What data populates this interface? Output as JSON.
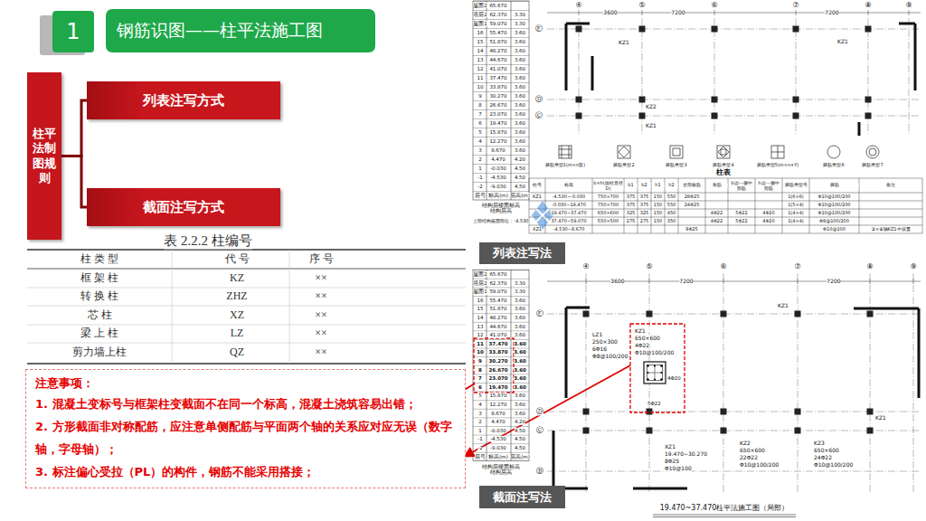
{
  "diagram": {
    "caption": "19.470~37.470柱平法施工图（局部）",
    "nodes": [
      {
        "text": [
          "1"
        ]
      },
      {
        "text": [
          "钢筋识图——柱平法施工图"
        ]
      },
      {
        "text": [
          "柱平法制图规则"
        ]
      },
      {
        "text": [
          "列表注写方式"
        ]
      },
      {
        "text": [
          "截面注写方式"
        ]
      },
      {
        "text": [
          "注意事项：",
          "1. 混凝土变标号与框架柱变截面不在同一个标高，混凝土浇筑容易出错；",
          "2. 方形截面非对称配筋，应注意单侧配筋与平面两个轴的关系应对应无误（数字轴，字母轴）；",
          "3. 标注偏心受拉（PL）的构件，钢筋不能采用搭接；"
        ]
      },
      {
        "text": [
          "列表注写法"
        ]
      },
      {
        "text": [
          "截面注写法"
        ]
      }
    ],
    "edges": [
      {
        "from": 2,
        "to": 3,
        "arrow": "none"
      },
      {
        "from": 2,
        "to": 4,
        "arrow": "none"
      }
    ],
    "labels": [
      "表 2.2.2  柱编号",
      "柱 类 型",
      "代 号",
      "序 号",
      "框 架 柱",
      "KZ",
      "××",
      "转 换 柱",
      "ZHZ",
      "××",
      "芯  柱",
      "XZ",
      "××",
      "梁 上 柱",
      "LZ",
      "××",
      "剪力墙上柱",
      "QZ",
      "××",
      "屋面2",
      "65.670",
      "塔层2",
      "62.370",
      "3.30",
      "屋面1",
      "59.070",
      "3.30",
      "16",
      "55.470",
      "3.60",
      "15",
      "51.870",
      "3.60",
      "14",
      "48.270",
      "3.60",
      "13",
      "44.670",
      "3.60",
      "12",
      "41.070",
      "3.60",
      "11",
      "37.470",
      "3.60",
      "10",
      "33.870",
      "3.60",
      "9",
      "30.270",
      "3.60",
      "8",
      "26.670",
      "3.60",
      "7",
      "23.070",
      "3.60",
      "6",
      "19.470",
      "3.60",
      "5",
      "15.870",
      "3.60",
      "4",
      "12.270",
      "3.60",
      "3",
      "8.670",
      "3.60",
      "2",
      "4.470",
      "4.20",
      "1",
      "-0.030",
      "4.50",
      "-1",
      "-4.530",
      "4.50",
      "-2",
      "-9.030",
      "4.50",
      "层号",
      "标高(m)",
      "层高(m)",
      "结构层楼面标高 结构层高",
      "上部结构嵌固部位：-4.530",
      "④",
      "⑤",
      "⑥",
      "⑦",
      "⑧",
      "⑨",
      "3600",
      "7200",
      "7200",
      "Ⓔ",
      "Ⓓ",
      "Ⓒ",
      "KZ1",
      "KZ1",
      "KZ2",
      "KZ1",
      "箍筋类型1(m×n肢)",
      "箍筋类型2",
      "箍筋类型3",
      "箍筋类型4",
      "箍筋类型5(m×n+Y)",
      "箍筋类型6",
      "箍筋类型7",
      "柱表",
      "柱号",
      "标高",
      "b×h(圆柱直径D)",
      "b1",
      "b2",
      "h1",
      "h2",
      "全部纵筋",
      "角筋",
      "b边一侧中部筋",
      "h边一侧中部筋",
      "箍筋类型号",
      "箍筋",
      "备注",
      "KZ1",
      "-4.530~-0.030",
      "750×700",
      "375",
      "375",
      "150",
      "550",
      "28Φ25",
      "1(6×6)",
      "Φ10@100/200",
      "-0.030~19.470",
      "750×700",
      "375",
      "375",
      "150",
      "550",
      "24Φ25",
      "1(5×4)",
      "Φ10@100/200",
      "19.470~37.470",
      "650×600",
      "325",
      "325",
      "150",
      "450",
      "4Φ22",
      "5Φ22",
      "4Φ20",
      "1(4×4)",
      "Φ10@100/200",
      "37.470~59.070",
      "550×500",
      "275",
      "275",
      "150",
      "350",
      "4Φ22",
      "5Φ22",
      "4Φ20",
      "1(4×4)",
      "Φ8@100/200",
      "XZ1",
      "-4.530~8.670",
      "8Φ25",
      "Φ10@100",
      "③×⑧轴KZ1中设置",
      "屋面2",
      "65.670",
      "塔层2",
      "62.370",
      "3.30",
      "屋面1",
      "59.070",
      "3.30",
      "16",
      "55.470",
      "3.60",
      "15",
      "51.870",
      "3.60",
      "14",
      "48.270",
      "3.60",
      "13",
      "44.670",
      "3.60",
      "12",
      "41.070",
      "3.60",
      "11",
      "37.470",
      "3.60",
      "10",
      "33.870",
      "3.60",
      "9",
      "30.270",
      "3.60",
      "8",
      "26.670",
      "3.60",
      "7",
      "23.070",
      "3.60",
      "6",
      "19.470",
      "3.60",
      "5",
      "15.870",
      "3.60",
      "4",
      "12.270",
      "3.60",
      "3",
      "8.670",
      "3.60",
      "2",
      "4.470",
      "4.20",
      "1",
      "-0.030",
      "4.50",
      "-1",
      "-4.530",
      "4.50",
      "-2",
      "-9.030",
      "4.50",
      "层号",
      "标高(m)",
      "层高(m)",
      "结构层楼面标高 结构层高",
      "④",
      "⑤",
      "⑥",
      "⑦",
      "⑧",
      "⑨",
      "3600",
      "7200",
      "7200",
      "Ⓔ",
      "Ⓓ",
      "Ⓒ",
      "Ⓑ",
      "LZ1",
      "250×300",
      "6Φ16",
      "Φ8@100/200",
      "KZ1",
      "650×600",
      "4Φ22",
      "Φ10@100/200",
      "5Φ22",
      "4Φ20",
      "XZ1",
      "19.470~30.270",
      "8Φ25",
      "Φ10@100",
      "KZ2",
      "650×600",
      "22Φ22",
      "Φ10@100/200",
      "KZ3",
      "650×600",
      "24Φ22",
      "Φ10@100/200",
      "KZ1",
      "KZ1"
    ]
  }
}
